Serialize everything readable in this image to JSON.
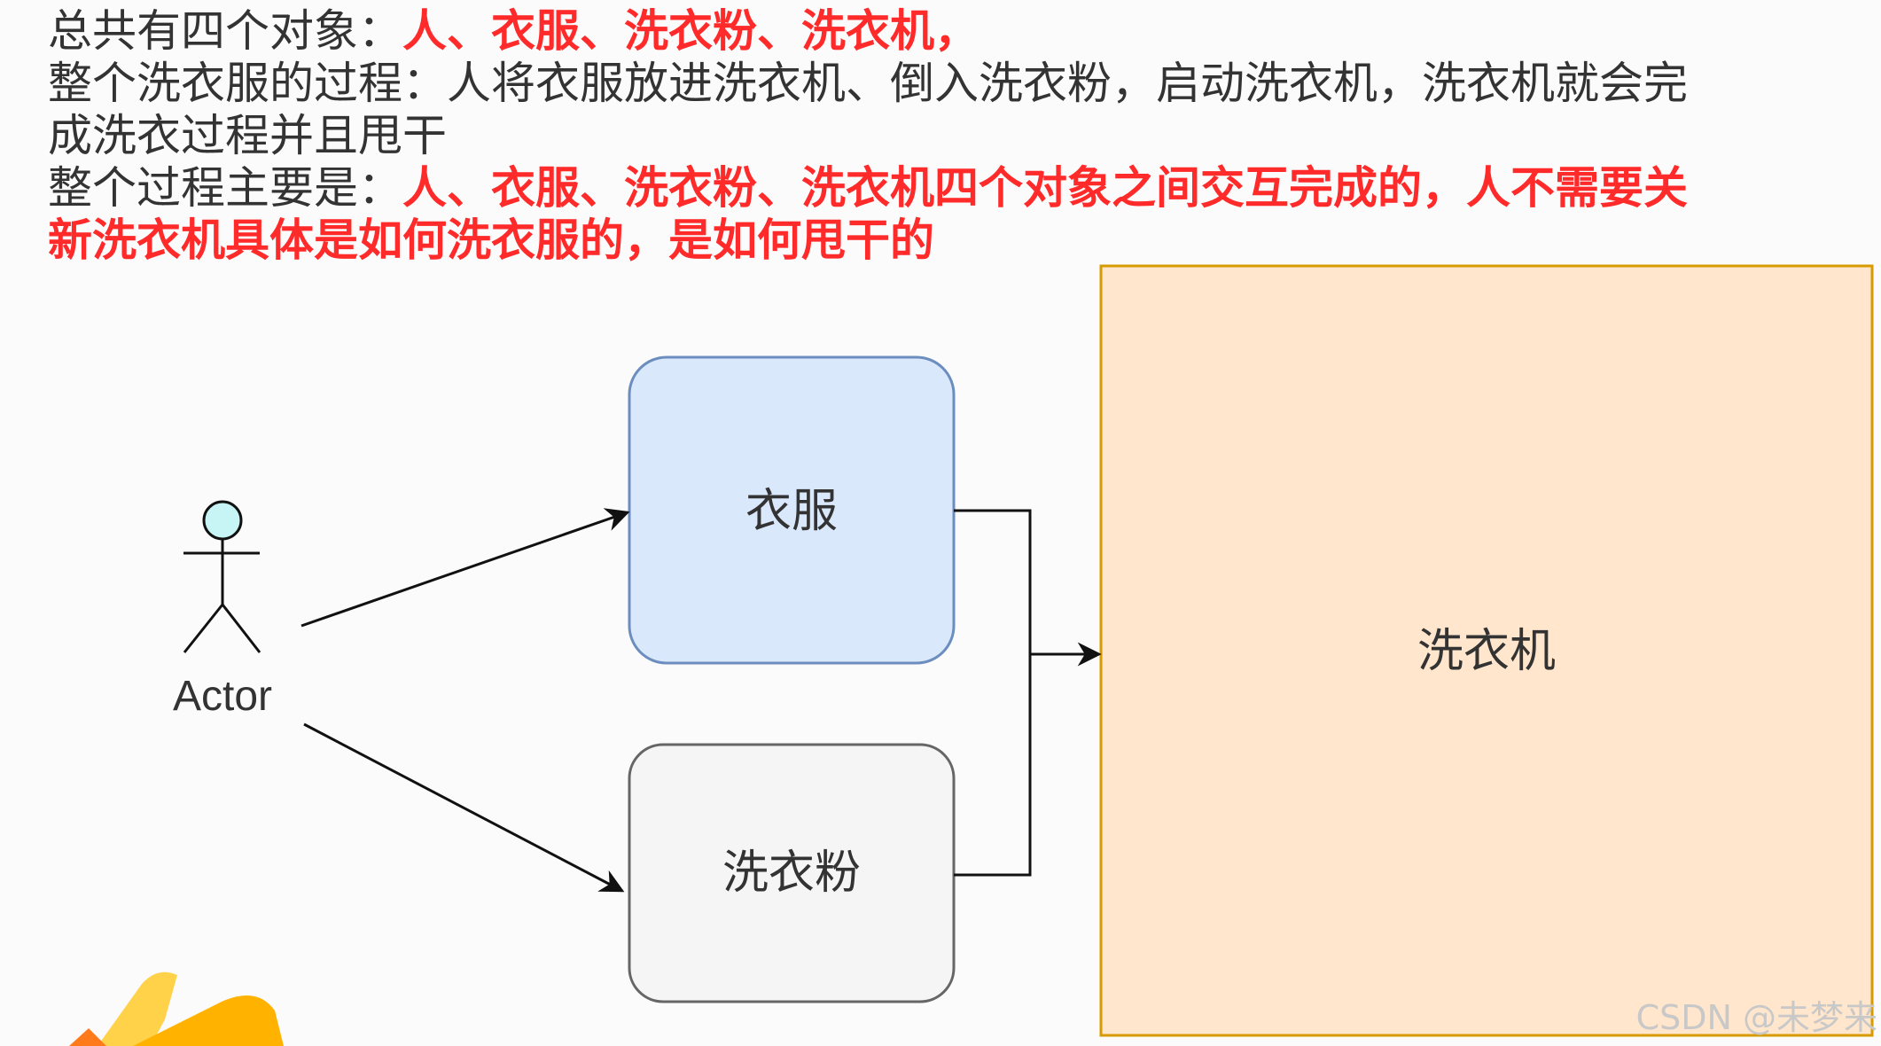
{
  "intro": {
    "line1_prefix": "总共有四个对象：",
    "line1_highlight": "人、衣服、洗衣粉、洗衣机",
    "line1_suffix": "，",
    "line2": "整个洗衣服的过程：人将衣服放进洗衣机、倒入洗衣粉，启动洗衣机，洗衣机就会完",
    "line3": "成洗衣过程并且甩干",
    "line4_prefix": "整个过程主要是：",
    "line4_highlight": "人、衣服、洗衣粉、洗衣机四个对象之间交互完成的，人不需要关",
    "line5_highlight": "新洗衣机具体是如何洗衣服的，是如何甩干的"
  },
  "diagram": {
    "actor_label": "Actor",
    "clothes_label": "衣服",
    "detergent_label": "洗衣粉",
    "washer_label": "洗衣机"
  },
  "colors": {
    "highlight": "#ff2a2a",
    "clothes_fill": "#dae8fc",
    "clothes_stroke": "#6c8ebf",
    "detergent_fill": "#f5f5f5",
    "detergent_stroke": "#666666",
    "washer_fill": "#ffe6cc",
    "washer_stroke": "#d79b00",
    "actor_head": "#c7f4f4"
  },
  "watermark": "CSDN @未梦来"
}
